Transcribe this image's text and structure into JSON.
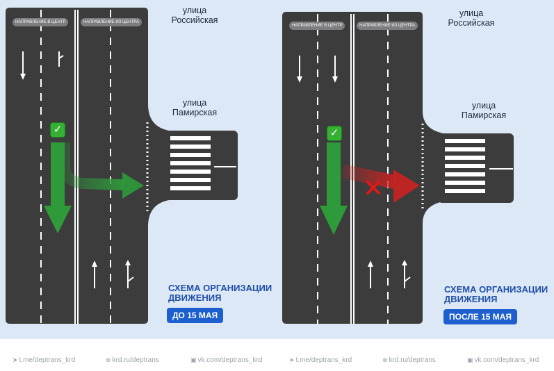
{
  "panels": [
    {
      "dir_to_center": "направление в центр",
      "dir_from_center": "направление из центра",
      "street_main": "улица\nРоссийская",
      "street_side": "улица\nПамирская",
      "scheme_title_line1": "СХЕМА ОРГАНИЗАЦИИ",
      "scheme_title_line2": "ДВИЖЕНИЯ",
      "date_badge": "ДО 15 МАЯ",
      "right_turn": "allowed"
    },
    {
      "dir_to_center": "направление в центр",
      "dir_from_center": "направление из центра",
      "street_main": "улица\nРоссийская",
      "street_side": "улица\nПамирская",
      "scheme_title_line1": "СХЕМА ОРГАНИЗАЦИИ",
      "scheme_title_line2": "ДВИЖЕНИЯ",
      "date_badge": "ПОСЛЕ 15 МАЯ",
      "right_turn": "forbidden"
    }
  ],
  "footer": {
    "telegram": "t.me/deptrans_krd",
    "website": "krd.ru/deptrans",
    "vk": "vk.com/deptrans_krd"
  },
  "colors": {
    "background": "#dde8f7",
    "road": "#3c3c3c",
    "brand_blue": "#1d5fcf",
    "allowed_green": "#2e9a3a",
    "forbidden_red": "#d42020"
  },
  "icons": [
    "check-icon",
    "cross-icon",
    "telegram-icon",
    "link-icon",
    "vk-icon"
  ]
}
